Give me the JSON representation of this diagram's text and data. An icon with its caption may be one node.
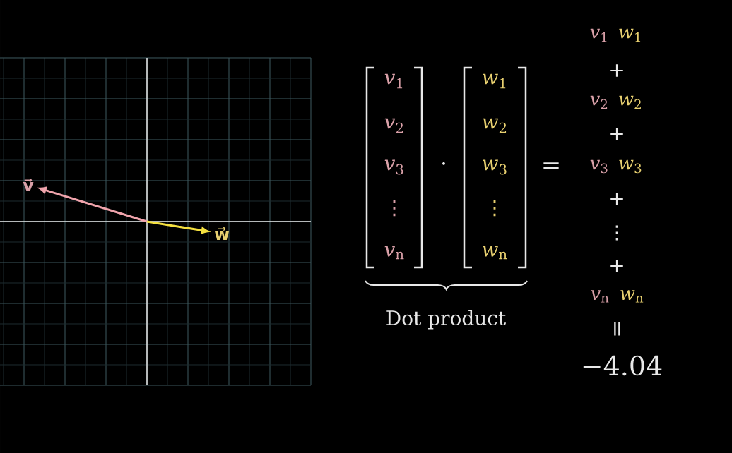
{
  "diagram": {
    "nodes": [
      {
        "text": [
          "v⃗"
        ]
      },
      {
        "text": [
          "w⃗"
        ]
      }
    ],
    "edges": [
      {
        "from": null,
        "to": 0,
        "arrow": "to",
        "color": "#f0a4ac"
      },
      {
        "from": null,
        "to": 1,
        "arrow": "to",
        "color": "#f4e040"
      }
    ],
    "labels": [
      "*v*$_{1}$",
      "*v*$_{2}$",
      "*v*$_{3}$",
      "⋮",
      "*v*$_{n}$",
      "*w*$_{1}$",
      "*w*$_{2}$",
      "*w*$_{3}$",
      "⋮",
      "*w*$_{n}$",
      "·",
      "=",
      "Dot product",
      "*v*$_{1}$",
      "*w*$_{1}$",
      "+",
      "*v*$_{2}$",
      "*w*$_{2}$",
      "+",
      "*v*$_{3}$",
      "*w*$_{3}$",
      "+",
      "⋮",
      "+",
      "*v*$_{n}$",
      "*w*$_{n}$",
      "=",
      "−4.04"
    ]
  }
}
